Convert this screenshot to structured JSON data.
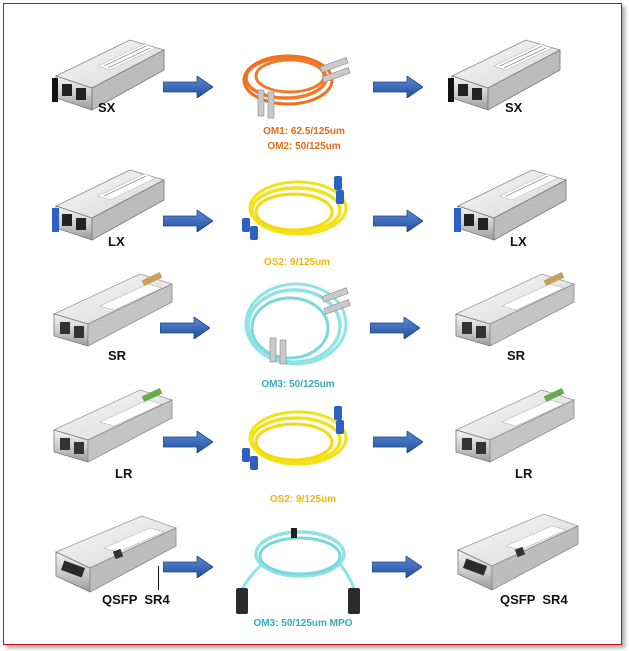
{
  "colors": {
    "border": "#c8111a",
    "arrow": "#2f63b8",
    "om12": "#e36b13",
    "os2": "#e8b80a",
    "om3": "#3aa7c6",
    "cable_orange": "#f07a2c",
    "cable_yellow": "#f2e21a",
    "cable_aqua": "#8fe3e6"
  },
  "rows": [
    {
      "left_label": "SX",
      "right_label": "SX",
      "cable_labels": [
        "OM1: 62.5/125um",
        "OM2: 50/125um"
      ],
      "cable": "orange-duplex-lc",
      "module": "sfp-black-latch"
    },
    {
      "left_label": "LX",
      "right_label": "LX",
      "cable_labels": [
        "OS2: 9/125um"
      ],
      "cable": "yellow-duplex-lc",
      "module": "sfp-blue-latch"
    },
    {
      "left_label": "SR",
      "right_label": "SR",
      "cable_labels": [
        "OM3: 50/125um"
      ],
      "cable": "aqua-duplex-lc",
      "module": "sfp-plus"
    },
    {
      "left_label": "LR",
      "right_label": "LR",
      "cable_labels": [
        "OS2: 9/125um"
      ],
      "cable": "yellow-duplex-lc",
      "module": "sfp-plus"
    },
    {
      "left_label": "QSFP  SR4",
      "right_label": "QSFP  SR4",
      "cable_labels": [
        "OM3: 50/125um  MPO"
      ],
      "cable": "aqua-mpo",
      "module": "qsfp"
    }
  ]
}
